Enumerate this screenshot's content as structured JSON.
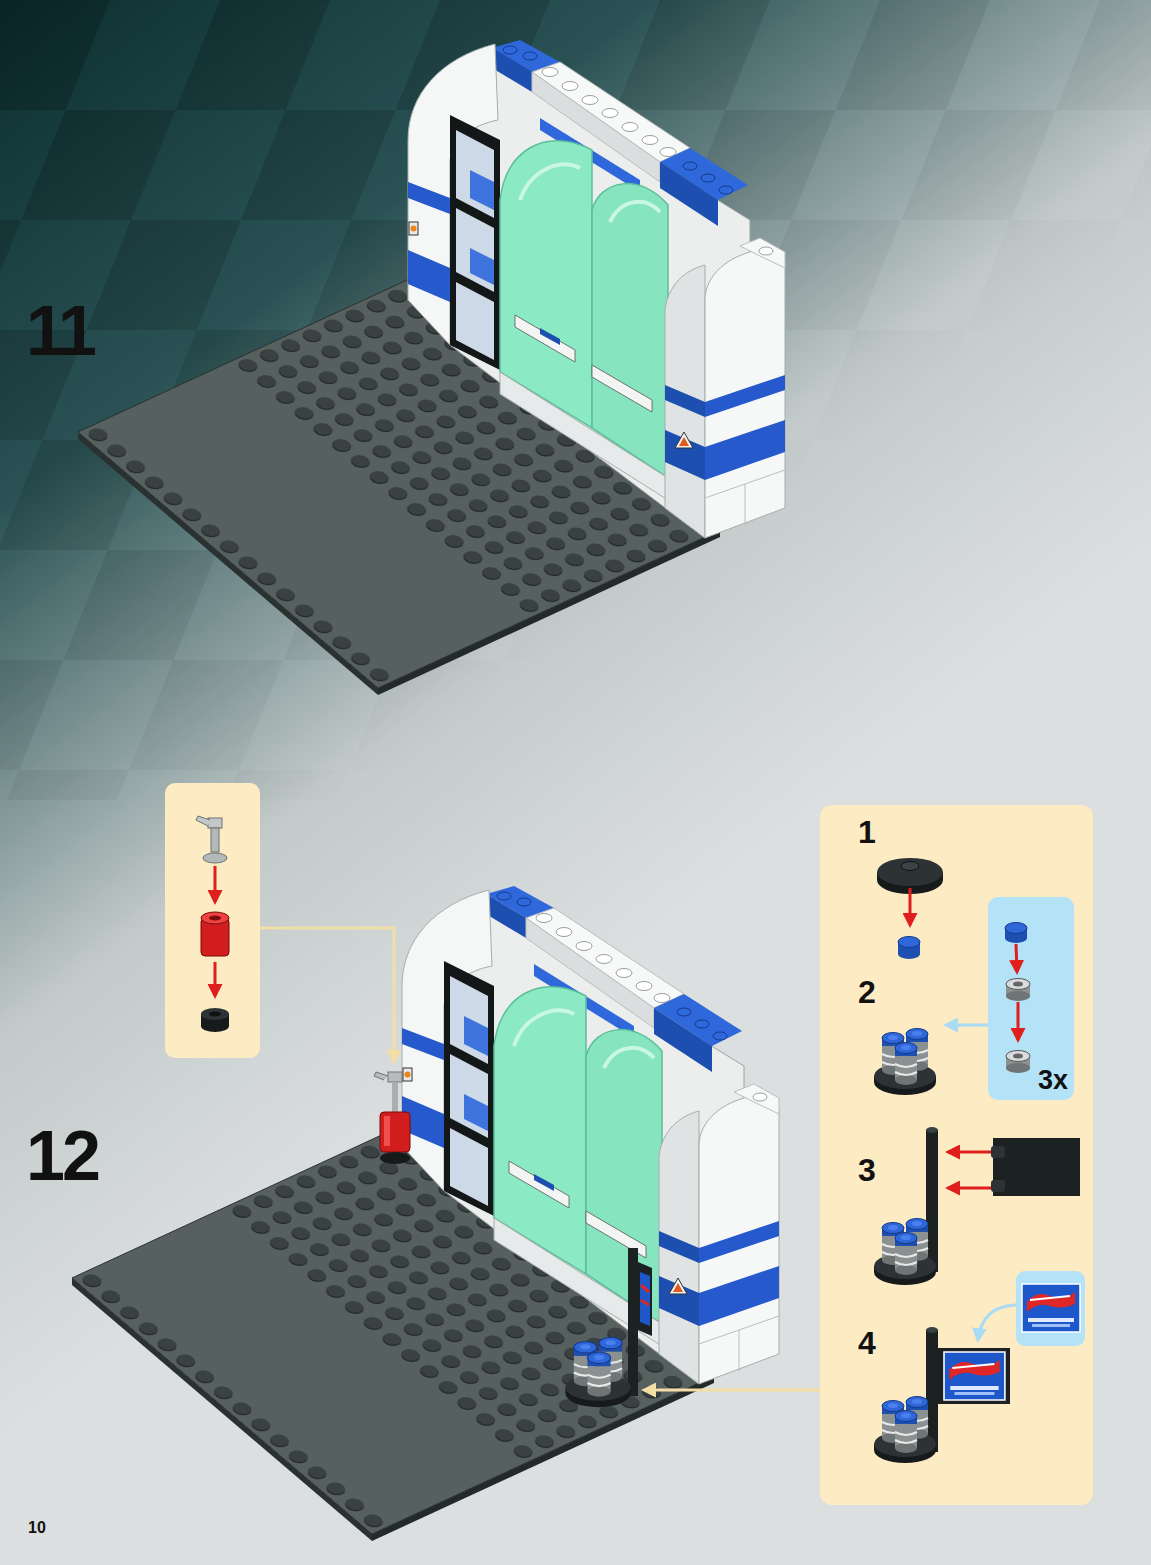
{
  "diagram": {
    "nodes": [
      {
        "text": [
          "3x"
        ]
      }
    ],
    "labels": [
      "11",
      "12",
      "1",
      "2",
      "3",
      "4",
      "10"
    ]
  }
}
